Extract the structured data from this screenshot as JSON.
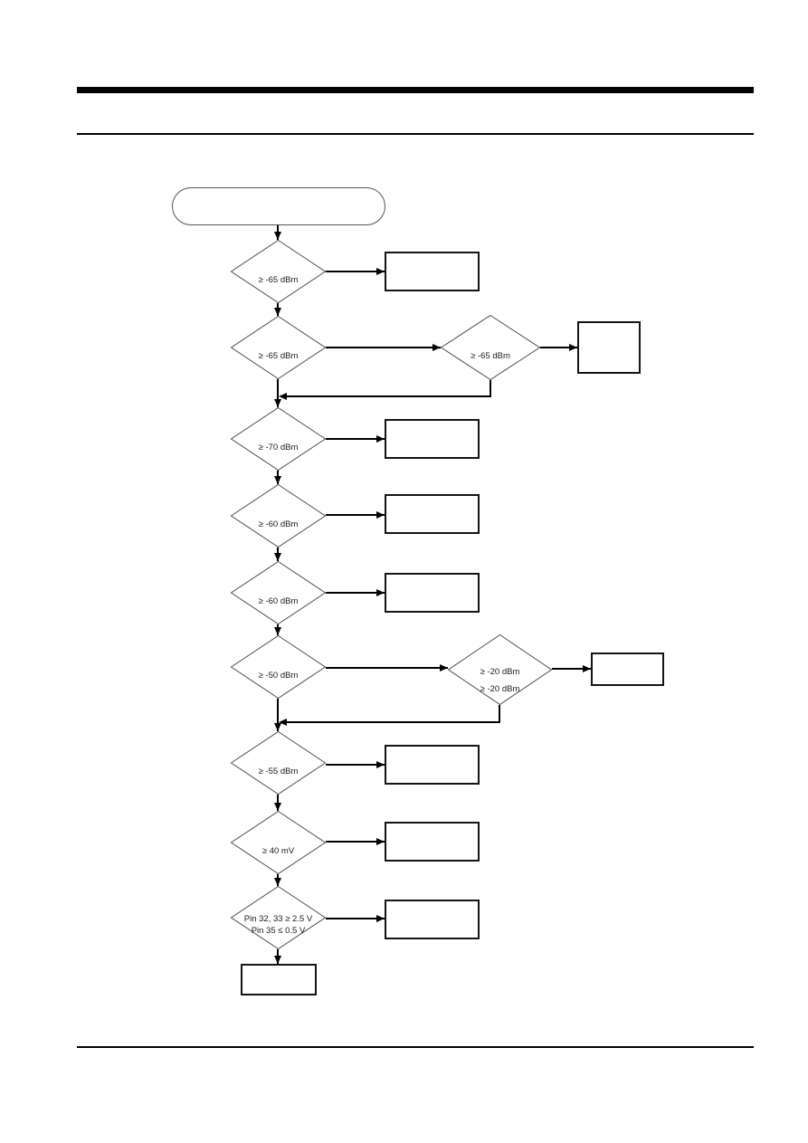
{
  "colors": {
    "background": "#ffffff",
    "connector_line": "#000000",
    "diamond_stroke": "#4d4d4d",
    "box_border": "#141414",
    "text": "#1a1a1a"
  },
  "flowchart": {
    "start_label": "",
    "decisions": [
      {
        "label": "≥ -65 dBm"
      },
      {
        "label": "≥ -65 dBm"
      },
      {
        "label": "≥ -70 dBm"
      },
      {
        "label": "≥ -60 dBm"
      },
      {
        "label": "≥ -60 dBm"
      },
      {
        "label": "≥ -50 dBm"
      },
      {
        "label": "≥ -55 dBm"
      },
      {
        "label": "≥ 40 mV"
      },
      {
        "line1": "Pin 32, 33 ≥ 2.5 V",
        "line2": "Pin 35 ≤ 0.5 V"
      }
    ],
    "side_decisions": [
      {
        "label": "≥ -65 dBm"
      },
      {
        "line1": "≥ -20 dBm",
        "line2": "≥ -20 dBm"
      }
    ],
    "action_boxes": {
      "row1": "",
      "row3": "",
      "row4": "",
      "row5": "",
      "row7": "",
      "row8": "",
      "row9": "",
      "side_row2": "",
      "side_row6": ""
    },
    "end_label": ""
  }
}
